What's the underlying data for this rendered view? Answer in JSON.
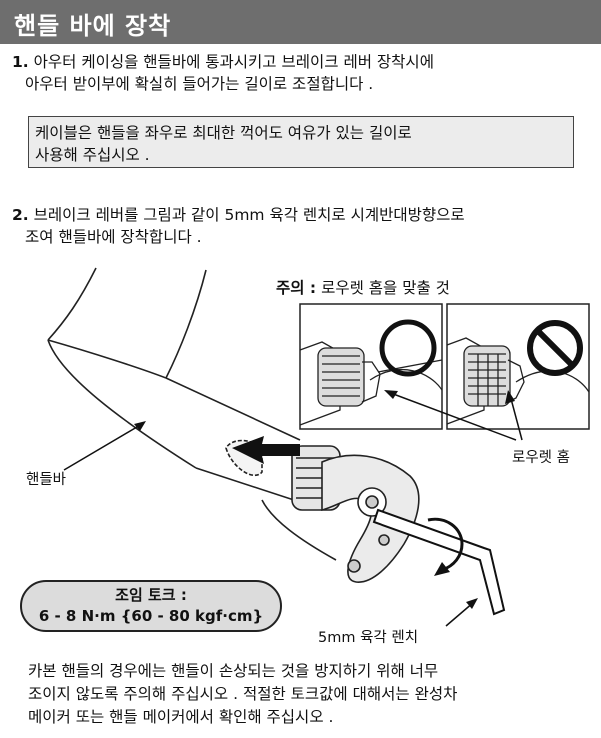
{
  "header": {
    "title": "핸들 바에 장착"
  },
  "step1": {
    "number": "1.",
    "line1": "아우터 케이싱을 핸들바에 통과시키고 브레이크 레버 장착시에",
    "line2": "아우터 받이부에 확실히 들어가는 길이로 조절합니다 ."
  },
  "note": {
    "line1": "케이블은 핸들을 좌우로 최대한 꺽어도 여유가 있는 길이로",
    "line2": "사용해 주십시오 ."
  },
  "step2": {
    "number": "2.",
    "line1": "브레이크 레버를 그림과 같이 5mm 육각 렌치로 시계반대방향으로",
    "line2": "조여 핸들바에 장착합니다 ."
  },
  "caution": {
    "label": "주의 :",
    "text": "로우렛 홈을 맞출 것"
  },
  "labels": {
    "handlebar": "핸들바",
    "knurl_groove": "로우렛 홈",
    "wrench": "5mm 육각 렌치"
  },
  "torque": {
    "title": "조임 토크 :",
    "value": "6 - 8 N·m {60 - 80 kgf·cm}"
  },
  "footer": {
    "line1": "카본 핸들의 경우에는 핸들이 손상되는 것을 방지하기 위해 너무",
    "line2": "조이지 않도록 주의해 주십시오 . 적절한 토크값에 대해서는 완성차",
    "line3": "메이커 또는 핸들 메이커에서 확인해 주십시오 ."
  },
  "icons": {
    "ok": "circle-ok-icon",
    "ng": "prohibited-icon"
  }
}
